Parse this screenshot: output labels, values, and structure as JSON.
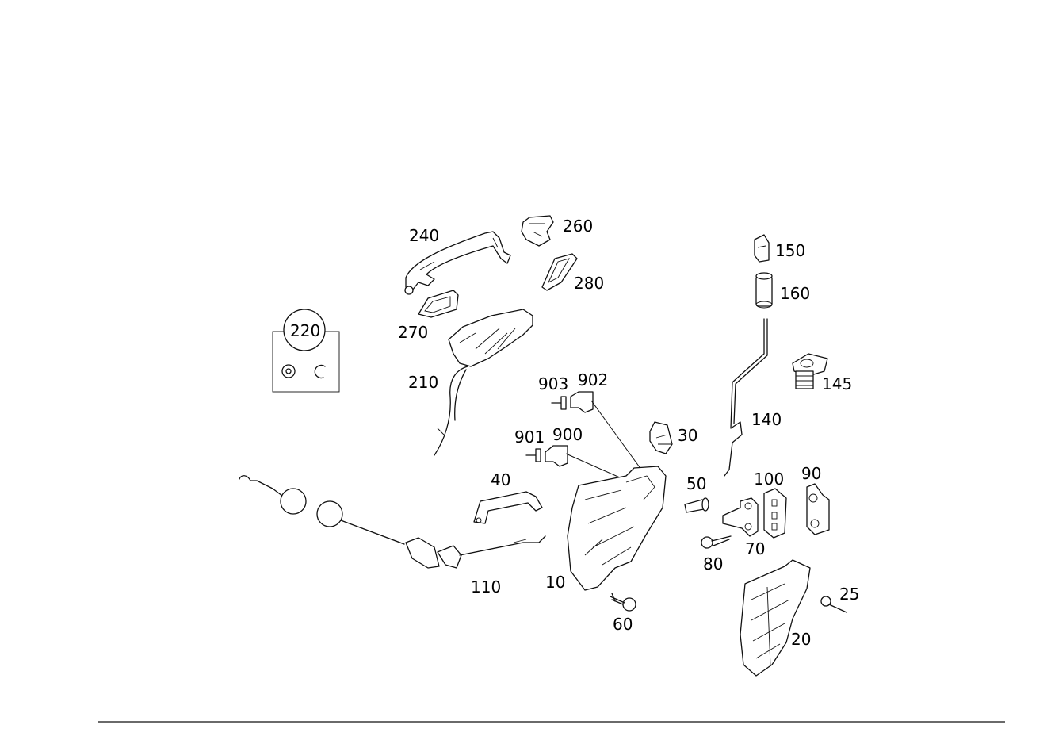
{
  "callouts": {
    "c10": "10",
    "c20": "20",
    "c25": "25",
    "c30": "30",
    "c40": "40",
    "c50": "50",
    "c60": "60",
    "c70": "70",
    "c80": "80",
    "c90": "90",
    "c100": "100",
    "c110": "110",
    "c140": "140",
    "c145": "145",
    "c150": "150",
    "c160": "160",
    "c210": "210",
    "c220": "220",
    "c240": "240",
    "c260": "260",
    "c270": "270",
    "c280": "280",
    "c900": "900",
    "c901": "901",
    "c902": "902",
    "c903": "903"
  }
}
